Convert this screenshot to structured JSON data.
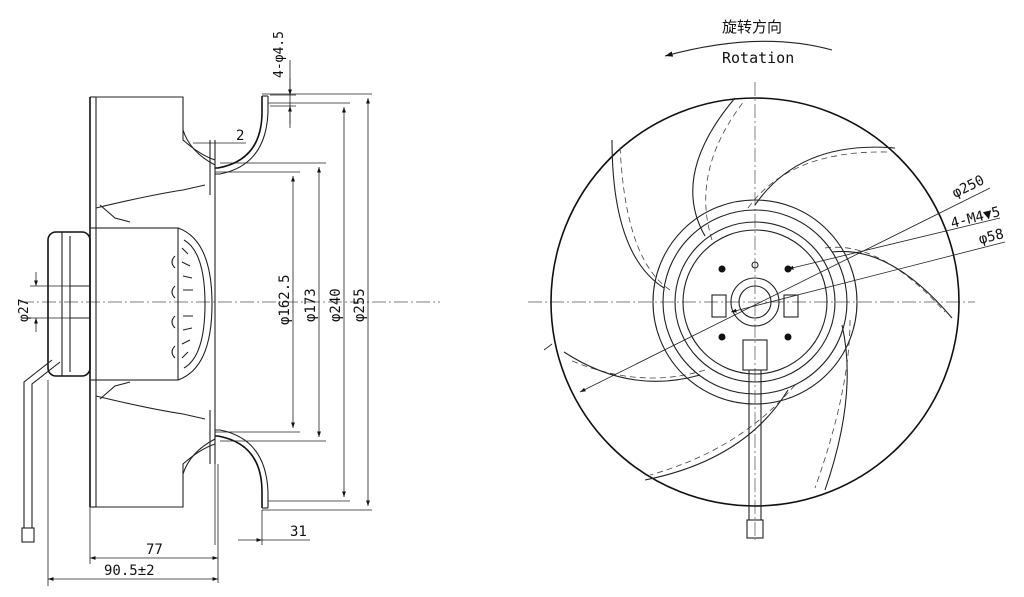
{
  "rotation": {
    "label_cn": "旋转方向",
    "label_en": "Rotation"
  },
  "side_view": {
    "holes": "4-φ4.5",
    "flange": "2",
    "dia_162": "φ162.5",
    "dia_173": "φ173",
    "dia_240": "φ240",
    "dia_255": "φ255",
    "dia_27": "φ27",
    "depth_31": "31",
    "len_77": "77",
    "len_90": "90.5±2"
  },
  "front_view": {
    "dia_250": "φ250",
    "threads": "4-M4▼5",
    "dia_58": "φ58"
  }
}
